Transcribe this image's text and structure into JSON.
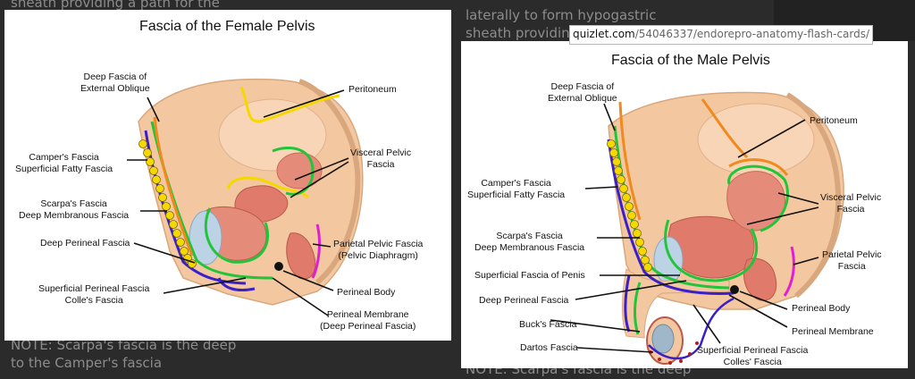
{
  "background": {
    "left_top": "sheath providing a path for the",
    "left_bottom_1": "NOTE: Scarpa's fascia is the deep",
    "left_bottom_2": "to the Camper's fascia",
    "right_top_1": "laterally to form hypogastric",
    "right_top_2": "sheath providin",
    "right_bottom": "NOTE: Scarpa's fascia is the deep"
  },
  "url": {
    "domain": "quizlet.com",
    "path": "/54046337/endorepro-anatomy-flash-cards/"
  },
  "female": {
    "title": "Fascia of the Female Pelvis",
    "labels": {
      "deep_fascia": "Deep Fascia of\nExternal Oblique",
      "campers": "Camper's Fascia\nSuperficial Fatty Fascia",
      "scarpas": "Scarpa's Fascia\nDeep Membranous Fascia",
      "deep_perineal": "Deep Perineal Fascia",
      "superficial_perineal": "Superficial Perineal Fascia\nColle's Fascia",
      "peritoneum": "Peritoneum",
      "visceral": "Visceral Pelvic\nFascia",
      "parietal": "Parietal Pelvic Fascia\n(Pelvic Diaphragm)",
      "perineal_body": "Perineal Body",
      "perineal_membrane": "Perineal Membrane\n(Deep Perineal Fascia)"
    }
  },
  "male": {
    "title": "Fascia of the Male Pelvis",
    "labels": {
      "deep_fascia": "Deep Fascia of\nExternal Oblique",
      "campers": "Camper's Fascia\nSuperficial Fatty Fascia",
      "scarpas": "Scarpa's Fascia\nDeep Membranous Fascia",
      "superficial_penis": "Superficial Fascia of Penis",
      "deep_perineal": "Deep Perineal Fascia",
      "bucks": "Buck's Fascia",
      "dartos": "Dartos Fascia",
      "peritoneum": "Peritoneum",
      "visceral": "Visceral Pelvic\nFascia",
      "parietal": "Parietal Pelvic\nFascia",
      "perineal_body": "Perineal Body",
      "perineal_membrane": "Perineal Membrane",
      "superficial_perineal": "Superficial Perineal Fascia\nColles' Fascia"
    }
  },
  "colors": {
    "green": "#22c43a",
    "yellow": "#f5d800",
    "orange": "#f08a1e",
    "blue": "#3b1fc9",
    "magenta": "#e020d0",
    "flesh": "#f3c8a0",
    "muscle": "#e07a6a"
  }
}
